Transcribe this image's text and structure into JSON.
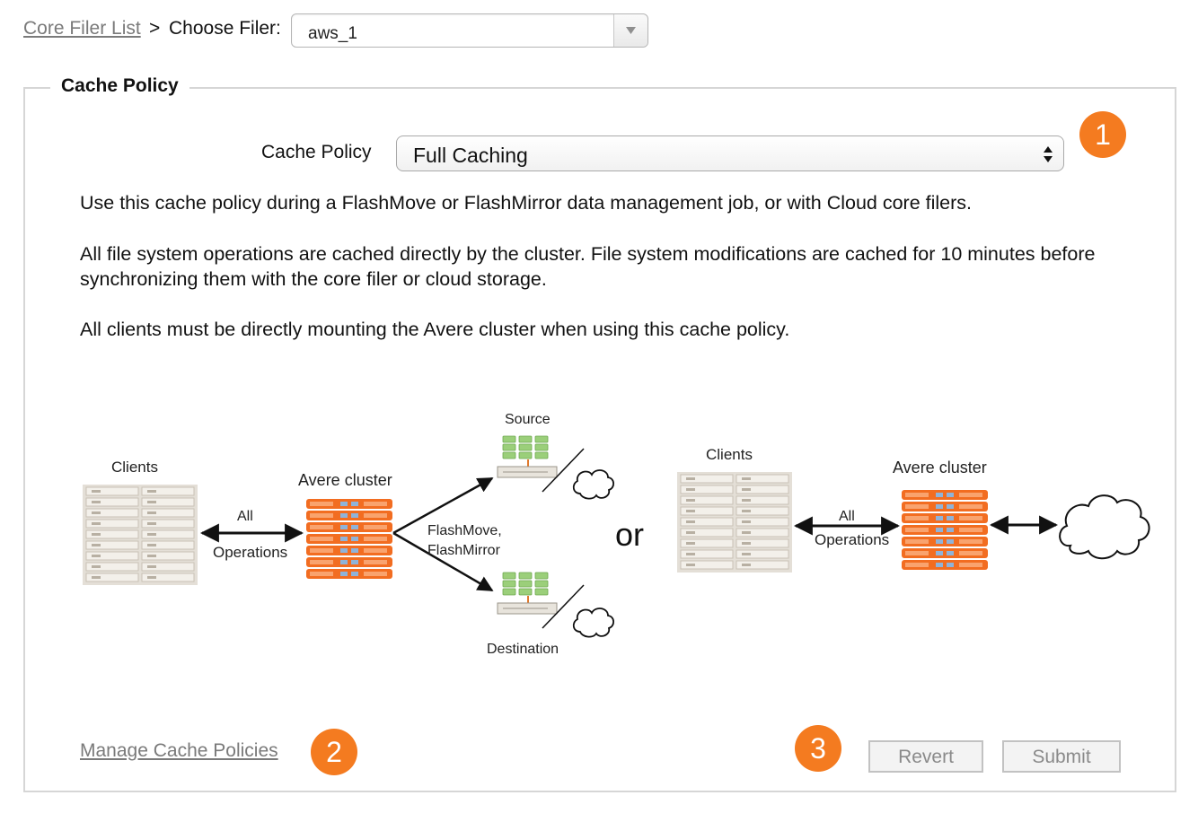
{
  "breadcrumb": {
    "link_label": "Core Filer List",
    "separator": ">",
    "choose_label": "Choose Filer:",
    "filer_value": "aws_1"
  },
  "panel": {
    "legend": "Cache Policy",
    "policy_label": "Cache Policy",
    "policy_value": "Full Caching",
    "descriptions": [
      "Use this cache policy during a FlashMove or FlashMirror data management job, or with Cloud core filers.",
      "All file system operations are cached directly by the cluster. File system modifications are cached for 10 minutes before synchronizing them with the core filer or cloud storage.",
      "All clients must be directly mounting the Avere cluster when using this cache policy."
    ]
  },
  "diagram": {
    "left_clients": "Clients",
    "left_all": "All",
    "left_operations": "Operations",
    "left_cluster": "Avere cluster",
    "flash_line1": "FlashMove,",
    "flash_line2": "FlashMirror",
    "source": "Source",
    "destination": "Destination",
    "or": "or",
    "right_clients": "Clients",
    "right_all": "All",
    "right_operations": "Operations",
    "right_cluster": "Avere cluster"
  },
  "badges": [
    "1",
    "2",
    "3"
  ],
  "footer": {
    "manage_link": "Manage Cache Policies",
    "revert_label": "Revert",
    "submit_label": "Submit"
  },
  "colors": {
    "accent_orange": "#f47b20",
    "link_gray": "#7a7a7a",
    "server_orange": "#f26d21",
    "server_gray": "#d8d2c8"
  }
}
